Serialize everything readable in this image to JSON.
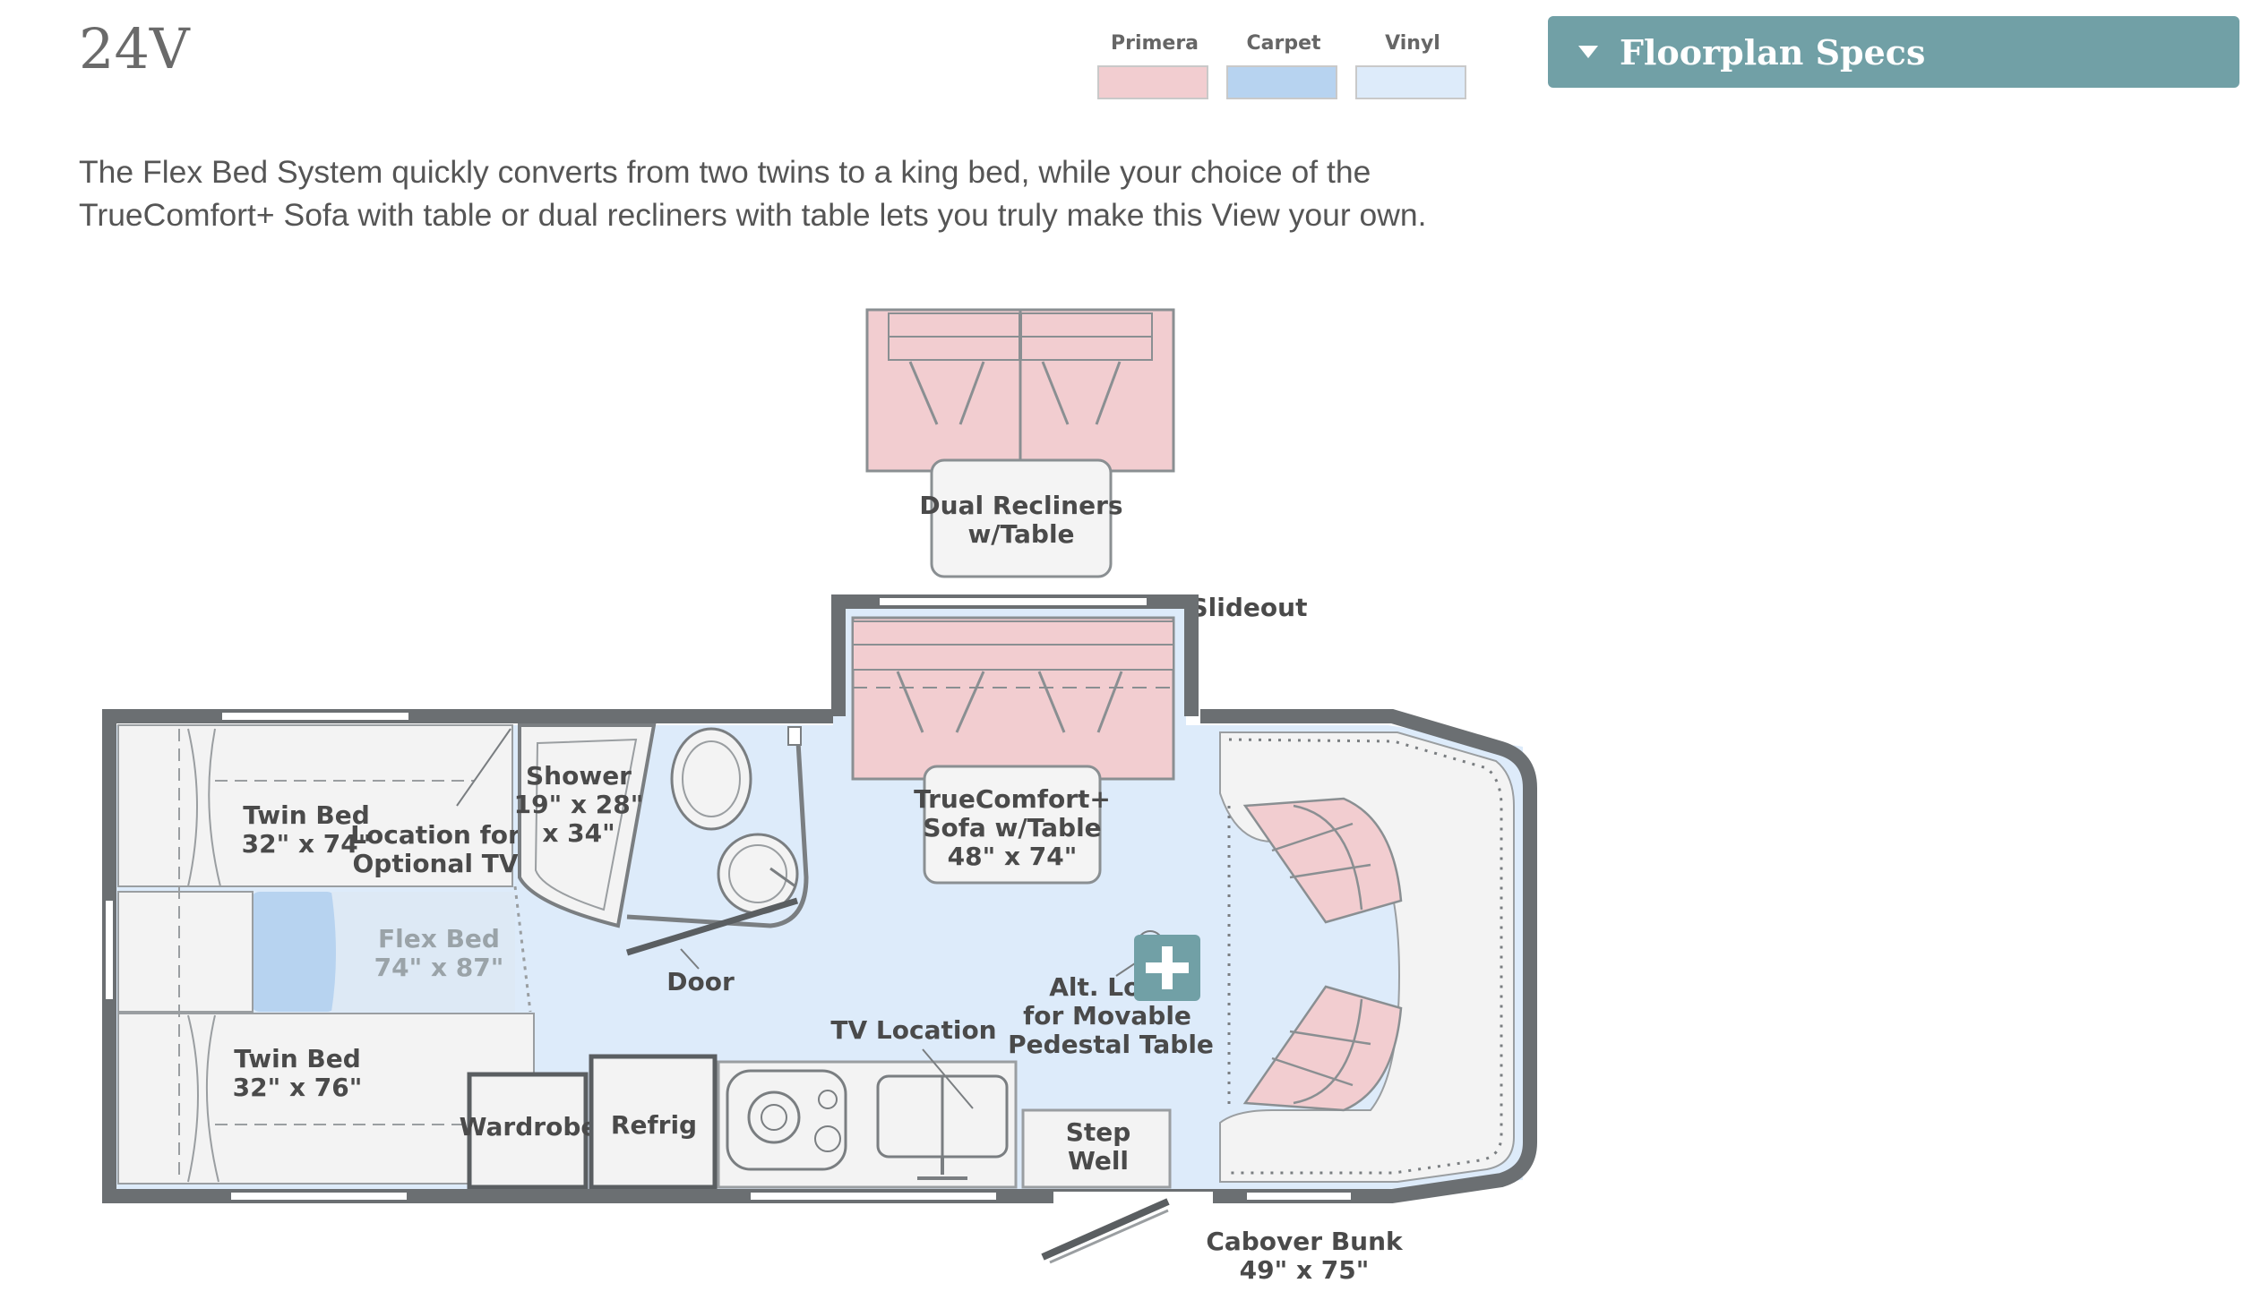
{
  "model": {
    "title": "24V"
  },
  "legend": [
    {
      "label": "Primera",
      "color": "#f2cdd0"
    },
    {
      "label": "Carpet",
      "color": "#b7d3f0"
    },
    {
      "label": "Vinyl",
      "color": "#ddebfa"
    }
  ],
  "specs_button": {
    "label": "Floorplan Specs",
    "icon": "caret-down-icon",
    "color": "#71a0a6"
  },
  "description": {
    "line1": "The Flex Bed System quickly converts from two twins to a king bed, while your choice of the",
    "line2": "TrueComfort+ Sofa with table or dual recliners with table lets you truly make this View your own."
  },
  "floorplan": {
    "dual_recliners": [
      "Dual Recliners",
      "w/Table"
    ],
    "slideout": "Slideout",
    "sofa": [
      "TrueComfort+",
      "Sofa w/Table",
      "48\" x 74\""
    ],
    "shower": [
      "Shower",
      "19\" x 28\"",
      "x 34\""
    ],
    "twin_bed_top": [
      "Twin Bed",
      "32\" x 74\""
    ],
    "tv_optional": [
      "Location for",
      "Optional TV"
    ],
    "flex_bed": [
      "Flex Bed",
      "74\" x 87\""
    ],
    "door": "Door",
    "tv_location": "TV Location",
    "alt_location": [
      "Alt. Loca",
      "for Movable",
      "Pedestal Table"
    ],
    "twin_bed_bottom": [
      "Twin Bed",
      "32\" x 76\""
    ],
    "wardrobe": "Wardrobe",
    "refrig": "Refrig",
    "step_well": [
      "Step",
      "Well"
    ],
    "cabover": [
      "Cabover Bunk",
      "49\" x 75\""
    ],
    "add_icon": "plus-icon"
  },
  "colors": {
    "primera": "#f2cdd0",
    "carpet": "#b7d3f0",
    "vinyl": "#ddebfa",
    "wall": "#6b6f72",
    "accent": "#71a0a6"
  }
}
